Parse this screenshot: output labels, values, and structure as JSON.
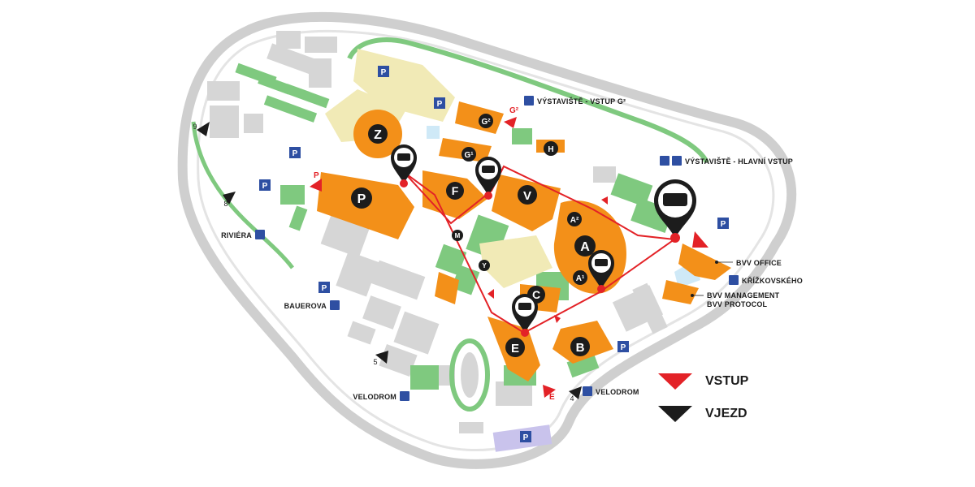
{
  "colors": {
    "hall": "#f39019",
    "hall_label_bg": "#1c1c1c",
    "route": "#e32227",
    "green": "#7fc97f",
    "building": "#d6d6d6",
    "ring_road": "#cfcfcf",
    "parking_field": "#f1eab6",
    "parking_sign": "#2e4fa2",
    "water": "#cfe9f7",
    "purple_lot": "#c9c3ec"
  },
  "halls": [
    "Z",
    "P",
    "F",
    "V",
    "A",
    "B",
    "C",
    "E",
    "G²",
    "G¹",
    "H",
    "A²",
    "A¹",
    "M",
    "Y"
  ],
  "parking_sign_label": "P",
  "gates": {
    "p_gate": "P",
    "g2_gate": "G²",
    "e_gate": "E",
    "vjezd_9": "9",
    "vjezd_8": "8",
    "vjezd_5": "5",
    "vjezd_4": "4"
  },
  "stops": {
    "vystaviste_vstup_g2": "VÝSTAVIŠTĚ - VSTUP G²",
    "vystaviste_hlavni_vstup": "VÝSTAVIŠTĚ - HLAVNÍ VSTUP",
    "riviera": "RIVIÉRA",
    "bauerova": "BAUEROVA",
    "velodrom_left": "VELODROM",
    "velodrom_right": "VELODROM",
    "krizkovskeho": "KŘÍŽKOVSKÉHO"
  },
  "offices": {
    "bvv_office": "BVV OFFICE",
    "bvv_management": "BVV MANAGEMENT",
    "bvv_protocol": "BVV PROTOCOL"
  },
  "icons": {
    "tram_stop": "tram-icon",
    "bus_pin": "bus-pin-icon",
    "parking": "parking-icon",
    "entrance": "entrance-triangle-icon",
    "vehicle_entry": "vehicle-entry-triangle-icon"
  },
  "legend": {
    "vstup": "VSTUP",
    "vjezd": "VJEZD"
  }
}
